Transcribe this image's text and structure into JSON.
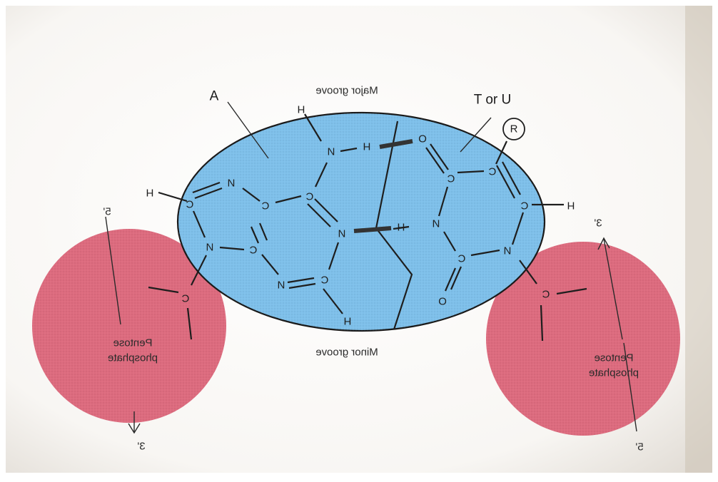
{
  "labels": {
    "base_a": "A",
    "base_t_or_u": "T or U",
    "r_group": "R",
    "major_groove": "Major groove",
    "minor_groove": "Minor groove",
    "pentose_left": [
      "Pentose",
      "phosphate"
    ],
    "pentose_right": [
      "Pentose",
      "phosphate"
    ],
    "end_5_left": "5'",
    "end_3_left": "3'",
    "end_3_right": "3'",
    "end_5_right": "5'"
  },
  "atoms": {
    "H": "H",
    "N": "N",
    "C": "C",
    "O": "O"
  },
  "colors": {
    "base_ellipse": "#7ec0ea",
    "pentose_circle": "#dd6b7e",
    "paper": "#ffffff",
    "ink": "#1e1e1e"
  }
}
